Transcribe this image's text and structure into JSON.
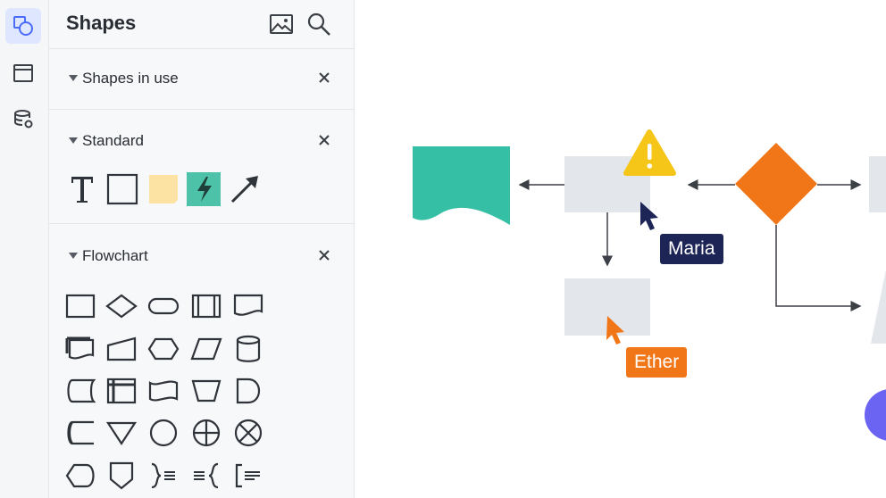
{
  "rail": {
    "items": [
      {
        "icon": "shapes-icon",
        "active": true
      },
      {
        "icon": "page-icon",
        "active": false
      },
      {
        "icon": "data-icon",
        "active": false
      }
    ]
  },
  "panel": {
    "title": "Shapes",
    "header_icons": [
      "image-icon",
      "search-icon"
    ],
    "sections": {
      "in_use": {
        "label": "Shapes in use"
      },
      "standard": {
        "label": "Standard",
        "tools": [
          "text-icon",
          "rectangle-icon",
          "sticky-note-icon",
          "action-icon",
          "arrow-icon"
        ]
      },
      "flowchart": {
        "label": "Flowchart"
      }
    }
  },
  "colors": {
    "teal": "#35bfa4",
    "orange": "#f07617",
    "gray_box": "#e3e6ea",
    "warning": "#f5c518",
    "navy": "#1d2556",
    "accent_blue": "#6b63f2"
  },
  "canvas": {
    "collaborators": [
      {
        "name": "Maria",
        "color": "#1d2556"
      },
      {
        "name": "Ether",
        "color": "#f07617"
      }
    ]
  }
}
